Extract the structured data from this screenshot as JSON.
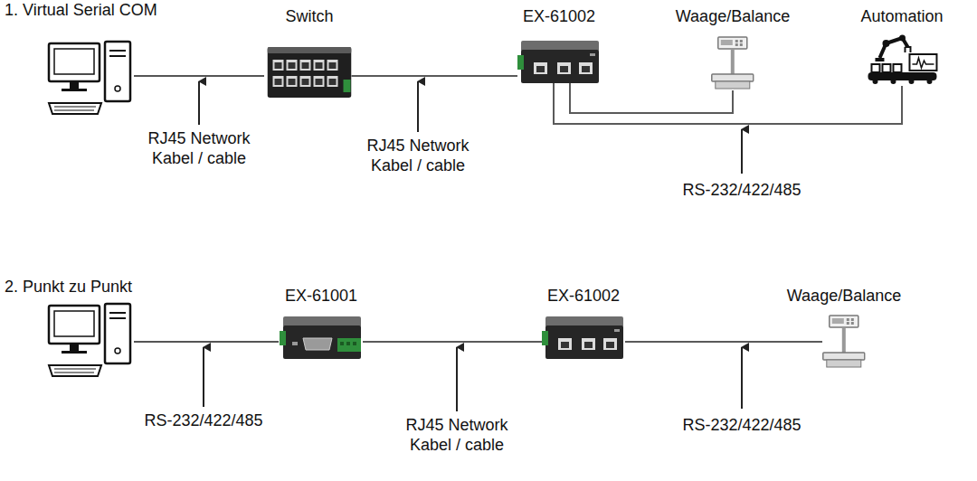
{
  "diagram": {
    "nodes": [
      {
        "text": [
          "Switch"
        ]
      },
      {
        "text": [
          "EX-61002"
        ]
      },
      {
        "text": [
          "Waage/Balance"
        ]
      },
      {
        "text": [
          "Automation"
        ]
      },
      {
        "text": [
          "EX-61001"
        ]
      },
      {
        "text": [
          "EX-61002"
        ]
      },
      {
        "text": [
          "Waage/Balance"
        ]
      }
    ],
    "edges": [
      {
        "from": 0,
        "to": 1,
        "arrow": "none"
      },
      {
        "from": 1,
        "to": 2,
        "arrow": "none"
      },
      {
        "from": 1,
        "to": 3,
        "arrow": "none"
      },
      {
        "from": 4,
        "to": 5,
        "arrow": "none"
      },
      {
        "from": 5,
        "to": 6,
        "arrow": "none"
      }
    ],
    "labels": [
      "1. Virtual Serial COM",
      "RJ45 Network Kabel / cable",
      "RJ45 Network Kabel / cable",
      "RS-232/422/485",
      "2. Punkt zu Punkt",
      "RS-232/422/485",
      "RJ45 Network Kabel / cable",
      "RS-232/422/485"
    ]
  }
}
